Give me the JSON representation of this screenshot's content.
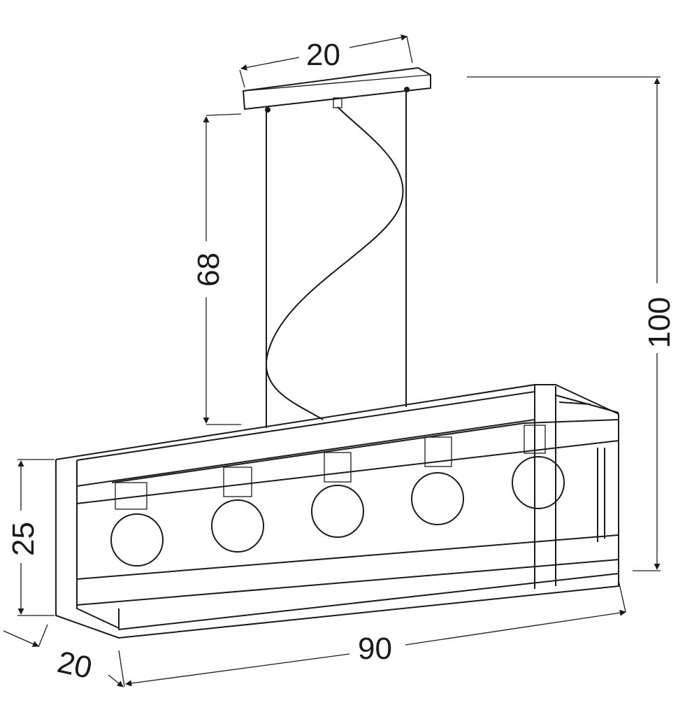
{
  "title": "Pendant lamp dimension drawing",
  "dimensions": {
    "canopy_width": "20",
    "cable_length": "68",
    "total_height": "100",
    "shade_height": "25",
    "shade_depth": "20",
    "shade_length": "90"
  },
  "bulb_count": 5,
  "colors": {
    "line": "#1a1a1a",
    "background": "#ffffff"
  }
}
